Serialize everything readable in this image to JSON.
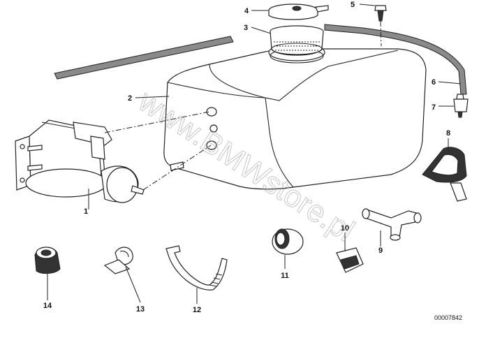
{
  "diagram": {
    "parts": [
      {
        "id": "1",
        "label": "1"
      },
      {
        "id": "2",
        "label": "2"
      },
      {
        "id": "3",
        "label": "3"
      },
      {
        "id": "4",
        "label": "4"
      },
      {
        "id": "5",
        "label": "5"
      },
      {
        "id": "6",
        "label": "6"
      },
      {
        "id": "7",
        "label": "7"
      },
      {
        "id": "8",
        "label": "8"
      },
      {
        "id": "9",
        "label": "9"
      },
      {
        "id": "10",
        "label": "10"
      },
      {
        "id": "11",
        "label": "11"
      },
      {
        "id": "12",
        "label": "12"
      },
      {
        "id": "13",
        "label": "13"
      },
      {
        "id": "14",
        "label": "14"
      }
    ],
    "watermark": "www.BMWstore.pl",
    "reference_code": "00007842"
  }
}
